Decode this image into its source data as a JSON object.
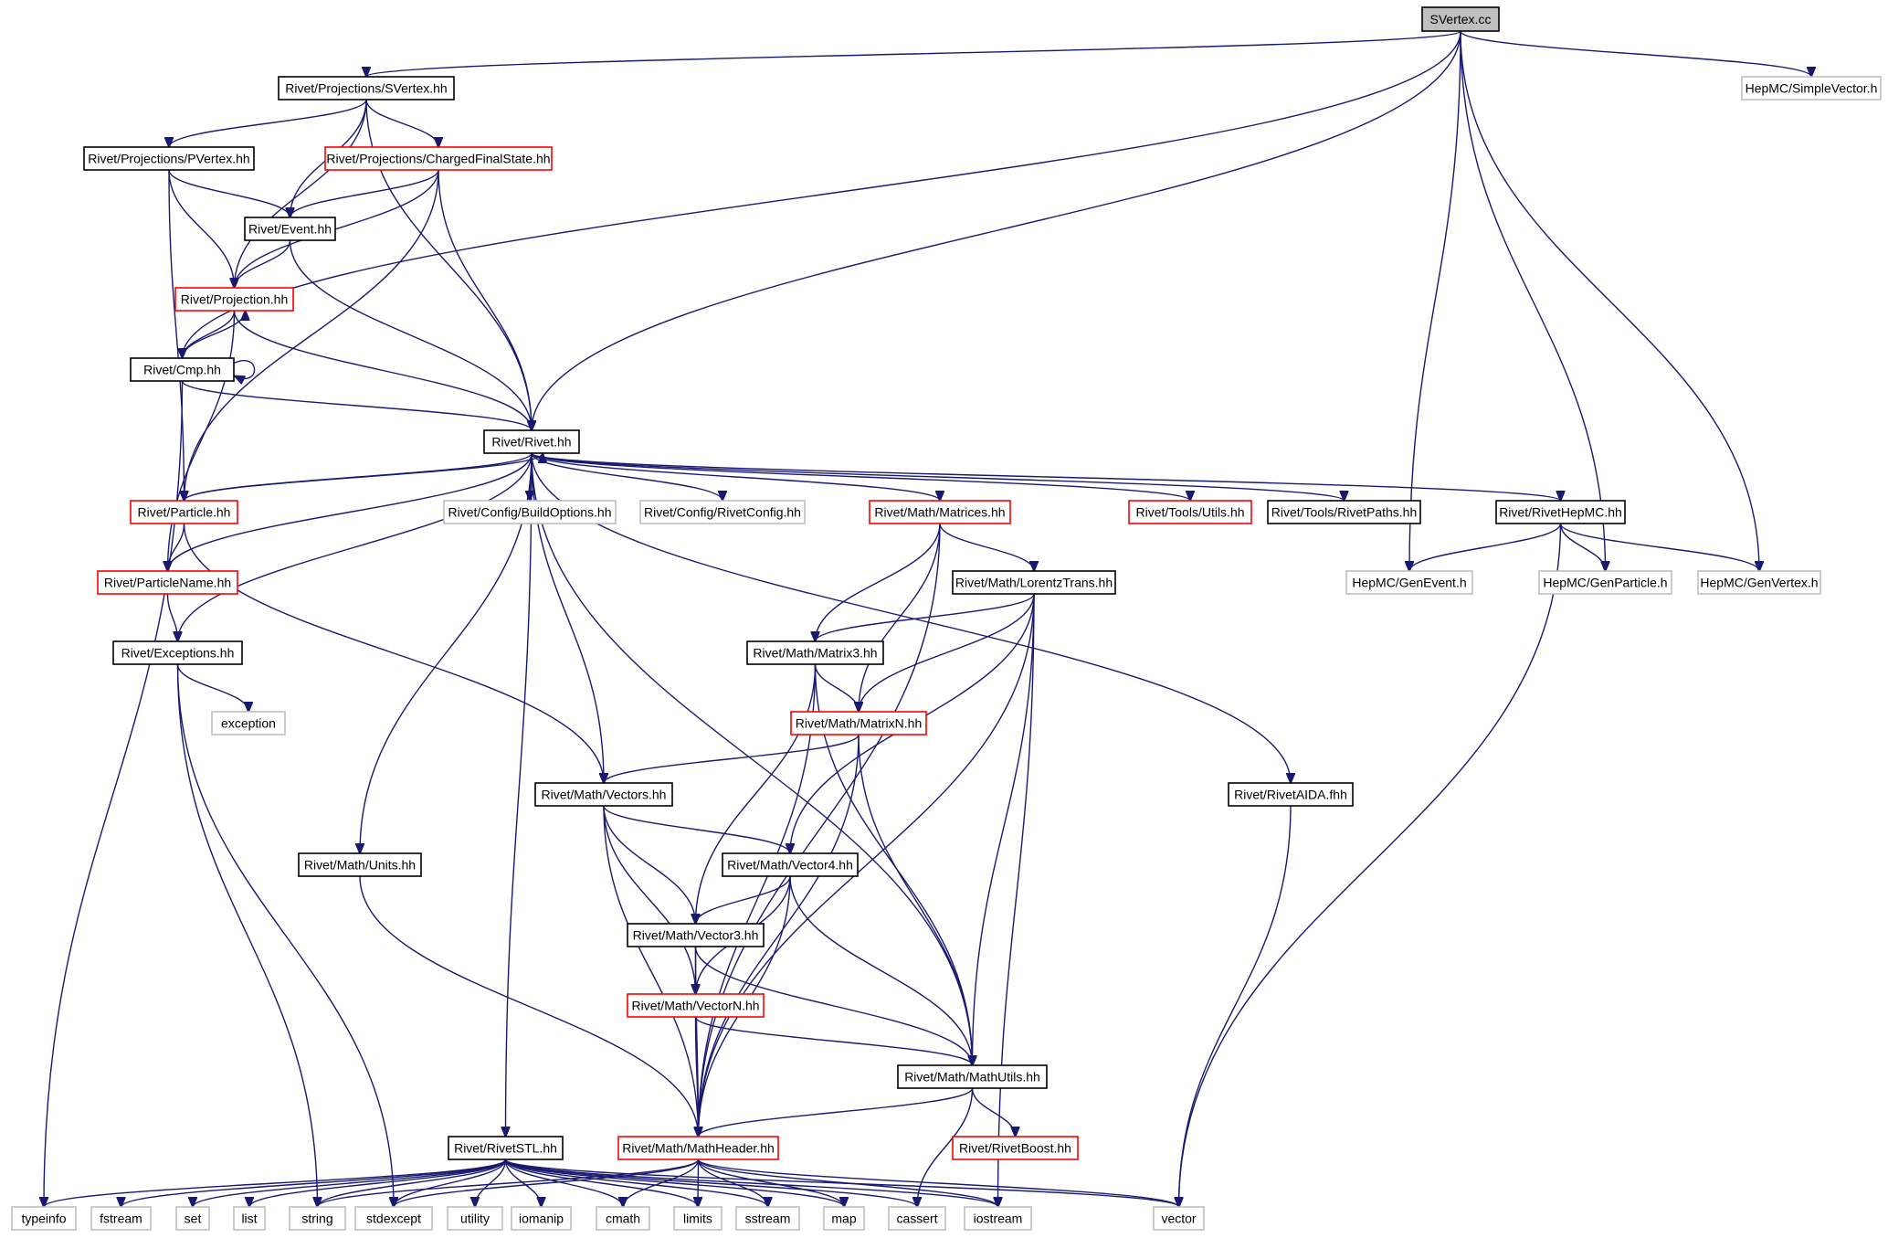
{
  "diagram": {
    "title": "",
    "colors": {
      "edge": "#191970",
      "normal_border": "#000000",
      "incomplete_border": "#ff0000",
      "external_border": "#bfbfbf",
      "root_fill": "#bfbfbf",
      "node_fill": "#ffffff"
    },
    "nodes": [
      {
        "id": "svertex_cc",
        "label": "SVertex.cc",
        "kind": "root"
      },
      {
        "id": "proj_svertex",
        "label": "Rivet/Projections/SVertex.hh",
        "kind": "normal"
      },
      {
        "id": "simplevector",
        "label": "HepMC/SimpleVector.h",
        "kind": "external"
      },
      {
        "id": "proj_pvertex",
        "label": "Rivet/Projections/PVertex.hh",
        "kind": "normal"
      },
      {
        "id": "proj_cfs",
        "label": "Rivet/Projections/ChargedFinalState.hh",
        "kind": "incomplete"
      },
      {
        "id": "event",
        "label": "Rivet/Event.hh",
        "kind": "normal"
      },
      {
        "id": "projection",
        "label": "Rivet/Projection.hh",
        "kind": "incomplete"
      },
      {
        "id": "cmp",
        "label": "Rivet/Cmp.hh",
        "kind": "normal"
      },
      {
        "id": "rivet",
        "label": "Rivet/Rivet.hh",
        "kind": "normal"
      },
      {
        "id": "particle",
        "label": "Rivet/Particle.hh",
        "kind": "incomplete"
      },
      {
        "id": "buildoptions",
        "label": "Rivet/Config/BuildOptions.hh",
        "kind": "external"
      },
      {
        "id": "rivetconfig",
        "label": "Rivet/Config/RivetConfig.hh",
        "kind": "external"
      },
      {
        "id": "matrices",
        "label": "Rivet/Math/Matrices.hh",
        "kind": "incomplete"
      },
      {
        "id": "utils",
        "label": "Rivet/Tools/Utils.hh",
        "kind": "incomplete"
      },
      {
        "id": "rivetpaths",
        "label": "Rivet/Tools/RivetPaths.hh",
        "kind": "normal"
      },
      {
        "id": "rivethepmc",
        "label": "Rivet/RivetHepMC.hh",
        "kind": "normal"
      },
      {
        "id": "particlename",
        "label": "Rivet/ParticleName.hh",
        "kind": "incomplete"
      },
      {
        "id": "lorentztrans",
        "label": "Rivet/Math/LorentzTrans.hh",
        "kind": "normal"
      },
      {
        "id": "genevent",
        "label": "HepMC/GenEvent.h",
        "kind": "external"
      },
      {
        "id": "genparticle",
        "label": "HepMC/GenParticle.h",
        "kind": "external"
      },
      {
        "id": "genvertex",
        "label": "HepMC/GenVertex.h",
        "kind": "external"
      },
      {
        "id": "exceptions",
        "label": "Rivet/Exceptions.hh",
        "kind": "normal"
      },
      {
        "id": "matrix3",
        "label": "Rivet/Math/Matrix3.hh",
        "kind": "normal"
      },
      {
        "id": "exception",
        "label": "exception",
        "kind": "external"
      },
      {
        "id": "matrixn",
        "label": "Rivet/Math/MatrixN.hh",
        "kind": "incomplete"
      },
      {
        "id": "vectors",
        "label": "Rivet/Math/Vectors.hh",
        "kind": "normal"
      },
      {
        "id": "rivetaida",
        "label": "Rivet/RivetAIDA.fhh",
        "kind": "normal"
      },
      {
        "id": "units",
        "label": "Rivet/Math/Units.hh",
        "kind": "normal"
      },
      {
        "id": "vector4",
        "label": "Rivet/Math/Vector4.hh",
        "kind": "normal"
      },
      {
        "id": "vector3",
        "label": "Rivet/Math/Vector3.hh",
        "kind": "normal"
      },
      {
        "id": "vectorn",
        "label": "Rivet/Math/VectorN.hh",
        "kind": "incomplete"
      },
      {
        "id": "mathutils",
        "label": "Rivet/Math/MathUtils.hh",
        "kind": "normal"
      },
      {
        "id": "rivetstl",
        "label": "Rivet/RivetSTL.hh",
        "kind": "normal"
      },
      {
        "id": "mathheader",
        "label": "Rivet/Math/MathHeader.hh",
        "kind": "incomplete"
      },
      {
        "id": "rivetboost",
        "label": "Rivet/RivetBoost.hh",
        "kind": "incomplete"
      },
      {
        "id": "typeinfo",
        "label": "typeinfo",
        "kind": "external"
      },
      {
        "id": "fstream",
        "label": "fstream",
        "kind": "external"
      },
      {
        "id": "set",
        "label": "set",
        "kind": "external"
      },
      {
        "id": "list",
        "label": "list",
        "kind": "external"
      },
      {
        "id": "string",
        "label": "string",
        "kind": "external"
      },
      {
        "id": "stdexcept",
        "label": "stdexcept",
        "kind": "external"
      },
      {
        "id": "utility",
        "label": "utility",
        "kind": "external"
      },
      {
        "id": "iomanip",
        "label": "iomanip",
        "kind": "external"
      },
      {
        "id": "cmath",
        "label": "cmath",
        "kind": "external"
      },
      {
        "id": "limits",
        "label": "limits",
        "kind": "external"
      },
      {
        "id": "sstream",
        "label": "sstream",
        "kind": "external"
      },
      {
        "id": "map",
        "label": "map",
        "kind": "external"
      },
      {
        "id": "cassert",
        "label": "cassert",
        "kind": "external"
      },
      {
        "id": "iostream",
        "label": "iostream",
        "kind": "external"
      },
      {
        "id": "vector",
        "label": "vector",
        "kind": "external"
      }
    ],
    "edges": [
      [
        "svertex_cc",
        "proj_svertex"
      ],
      [
        "svertex_cc",
        "simplevector"
      ],
      [
        "svertex_cc",
        "cmp"
      ],
      [
        "svertex_cc",
        "rivet"
      ],
      [
        "svertex_cc",
        "genevent"
      ],
      [
        "svertex_cc",
        "genparticle"
      ],
      [
        "svertex_cc",
        "genvertex"
      ],
      [
        "proj_svertex",
        "proj_pvertex"
      ],
      [
        "proj_svertex",
        "proj_cfs"
      ],
      [
        "proj_svertex",
        "event"
      ],
      [
        "proj_svertex",
        "projection"
      ],
      [
        "proj_svertex",
        "rivet"
      ],
      [
        "proj_pvertex",
        "event"
      ],
      [
        "proj_pvertex",
        "projection"
      ],
      [
        "proj_pvertex",
        "particle"
      ],
      [
        "proj_cfs",
        "event"
      ],
      [
        "proj_cfs",
        "projection"
      ],
      [
        "proj_cfs",
        "rivet"
      ],
      [
        "proj_cfs",
        "particle"
      ],
      [
        "event",
        "projection"
      ],
      [
        "event",
        "rivet"
      ],
      [
        "projection",
        "cmp"
      ],
      [
        "projection",
        "rivet"
      ],
      [
        "projection",
        "particlename"
      ],
      [
        "cmp",
        "projection"
      ],
      [
        "cmp",
        "cmp"
      ],
      [
        "cmp",
        "rivet"
      ],
      [
        "cmp",
        "typeinfo"
      ],
      [
        "rivet",
        "particle"
      ],
      [
        "rivet",
        "particlename"
      ],
      [
        "rivet",
        "exceptions"
      ],
      [
        "rivet",
        "buildoptions"
      ],
      [
        "rivet",
        "rivetconfig"
      ],
      [
        "rivet",
        "matrices"
      ],
      [
        "rivet",
        "utils"
      ],
      [
        "rivet",
        "rivetpaths"
      ],
      [
        "rivet",
        "rivethepmc"
      ],
      [
        "rivet",
        "vectors"
      ],
      [
        "rivet",
        "mathutils"
      ],
      [
        "rivet",
        "rivetaida"
      ],
      [
        "rivet",
        "units"
      ],
      [
        "rivet",
        "rivetstl"
      ],
      [
        "particle",
        "rivet"
      ],
      [
        "particle",
        "particlename"
      ],
      [
        "particle",
        "vectors"
      ],
      [
        "particlename",
        "exceptions"
      ],
      [
        "exceptions",
        "exception"
      ],
      [
        "exceptions",
        "string"
      ],
      [
        "exceptions",
        "stdexcept"
      ],
      [
        "matrices",
        "lorentztrans"
      ],
      [
        "matrices",
        "matrix3"
      ],
      [
        "matrices",
        "matrixn"
      ],
      [
        "matrices",
        "mathheader"
      ],
      [
        "rivethepmc",
        "genevent"
      ],
      [
        "rivethepmc",
        "genparticle"
      ],
      [
        "rivethepmc",
        "genvertex"
      ],
      [
        "rivethepmc",
        "vector"
      ],
      [
        "lorentztrans",
        "matrix3"
      ],
      [
        "lorentztrans",
        "matrixn"
      ],
      [
        "lorentztrans",
        "vector4"
      ],
      [
        "lorentztrans",
        "mathutils"
      ],
      [
        "lorentztrans",
        "mathheader"
      ],
      [
        "lorentztrans",
        "iostream"
      ],
      [
        "matrix3",
        "matrixn"
      ],
      [
        "matrix3",
        "vector3"
      ],
      [
        "matrix3",
        "mathutils"
      ],
      [
        "matrix3",
        "mathheader"
      ],
      [
        "matrixn",
        "vectors"
      ],
      [
        "matrixn",
        "mathutils"
      ],
      [
        "matrixn",
        "mathheader"
      ],
      [
        "vectors",
        "vector4"
      ],
      [
        "vectors",
        "vector3"
      ],
      [
        "vectors",
        "vectorn"
      ],
      [
        "vectors",
        "mathheader"
      ],
      [
        "vector4",
        "vector3"
      ],
      [
        "vector4",
        "vectorn"
      ],
      [
        "vector4",
        "mathutils"
      ],
      [
        "vector4",
        "mathheader"
      ],
      [
        "vector3",
        "vectorn"
      ],
      [
        "vector3",
        "mathutils"
      ],
      [
        "vector3",
        "mathheader"
      ],
      [
        "vectorn",
        "mathutils"
      ],
      [
        "vectorn",
        "mathheader"
      ],
      [
        "mathutils",
        "mathheader"
      ],
      [
        "mathutils",
        "rivetboost"
      ],
      [
        "mathutils",
        "cassert"
      ],
      [
        "rivetaida",
        "vector"
      ],
      [
        "units",
        "mathheader"
      ],
      [
        "mathheader",
        "string"
      ],
      [
        "mathheader",
        "stdexcept"
      ],
      [
        "mathheader",
        "cmath"
      ],
      [
        "mathheader",
        "limits"
      ],
      [
        "mathheader",
        "sstream"
      ],
      [
        "mathheader",
        "map"
      ],
      [
        "mathheader",
        "iostream"
      ],
      [
        "mathheader",
        "vector"
      ],
      [
        "rivetstl",
        "typeinfo"
      ],
      [
        "rivetstl",
        "fstream"
      ],
      [
        "rivetstl",
        "set"
      ],
      [
        "rivetstl",
        "list"
      ],
      [
        "rivetstl",
        "string"
      ],
      [
        "rivetstl",
        "stdexcept"
      ],
      [
        "rivetstl",
        "utility"
      ],
      [
        "rivetstl",
        "iomanip"
      ],
      [
        "rivetstl",
        "cmath"
      ],
      [
        "rivetstl",
        "limits"
      ],
      [
        "rivetstl",
        "sstream"
      ],
      [
        "rivetstl",
        "map"
      ],
      [
        "rivetstl",
        "cassert"
      ],
      [
        "rivetstl",
        "iostream"
      ],
      [
        "rivetstl",
        "vector"
      ]
    ]
  }
}
